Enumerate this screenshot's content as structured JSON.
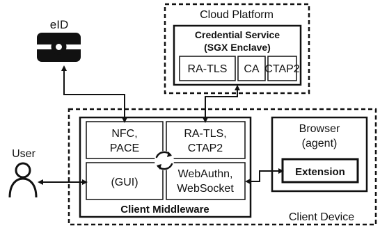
{
  "eid": {
    "label": "eID",
    "icon": "eid-card-icon"
  },
  "user": {
    "label": "User",
    "icon": "person-icon"
  },
  "cloud_platform": {
    "label": "Cloud Platform",
    "credential_service": {
      "title_line1": "Credential Service",
      "title_line2": "(SGX Enclave)",
      "modules": [
        "RA-TLS",
        "CA",
        "CTAP2"
      ]
    }
  },
  "client_device": {
    "label": "Client Device",
    "middleware": {
      "label": "Client Middleware",
      "nfc_line1": "NFC,",
      "nfc_line2": "PACE",
      "ratls_line1": "RA-TLS,",
      "ratls_line2": "CTAP2",
      "gui": "(GUI)",
      "webauthn_line1": "WebAuthn,",
      "webauthn_line2": "WebSocket",
      "sync_icon": "sync-icon"
    },
    "browser": {
      "line1": "Browser",
      "line2": "(agent)",
      "extension": "Extension"
    }
  },
  "colors": {
    "stroke": "#111111",
    "background": "#ffffff",
    "fill": "#111111"
  }
}
